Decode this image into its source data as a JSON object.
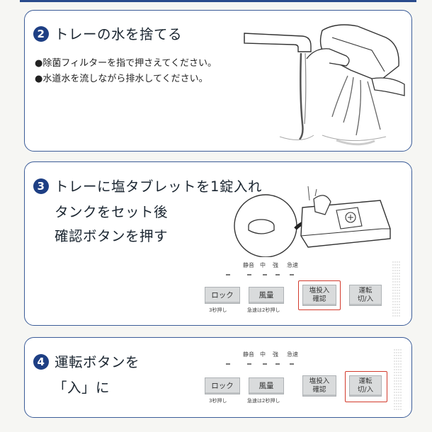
{
  "step2": {
    "number": "2",
    "title": "トレーの水を捨てる",
    "bullets": [
      "●除菌フィルターを指で押さえてください。",
      "●水道水を流しながら排水してください。"
    ]
  },
  "step3": {
    "number": "3",
    "title_line1": "トレーに塩タブレットを1錠入れ",
    "title_line2": "タンクをセット後",
    "title_line3": "確認ボタンを押す"
  },
  "step4": {
    "number": "4",
    "title_line1": "運転ボタンを",
    "title_line2": "「入」に"
  },
  "panel": {
    "mode_labels": [
      "静音",
      "中",
      "強",
      "急速"
    ],
    "lock_button": "ロック",
    "fan_button": "風量",
    "salt_button_line1": "塩投入",
    "salt_button_line2": "確認",
    "run_button_line1": "運転",
    "run_button_line2": "切/入",
    "lock_hint": "3秒押し",
    "fan_hint": "急速は2秒押し"
  },
  "highlight_color": "#d23a2c",
  "accent_color": "#1e3f84"
}
